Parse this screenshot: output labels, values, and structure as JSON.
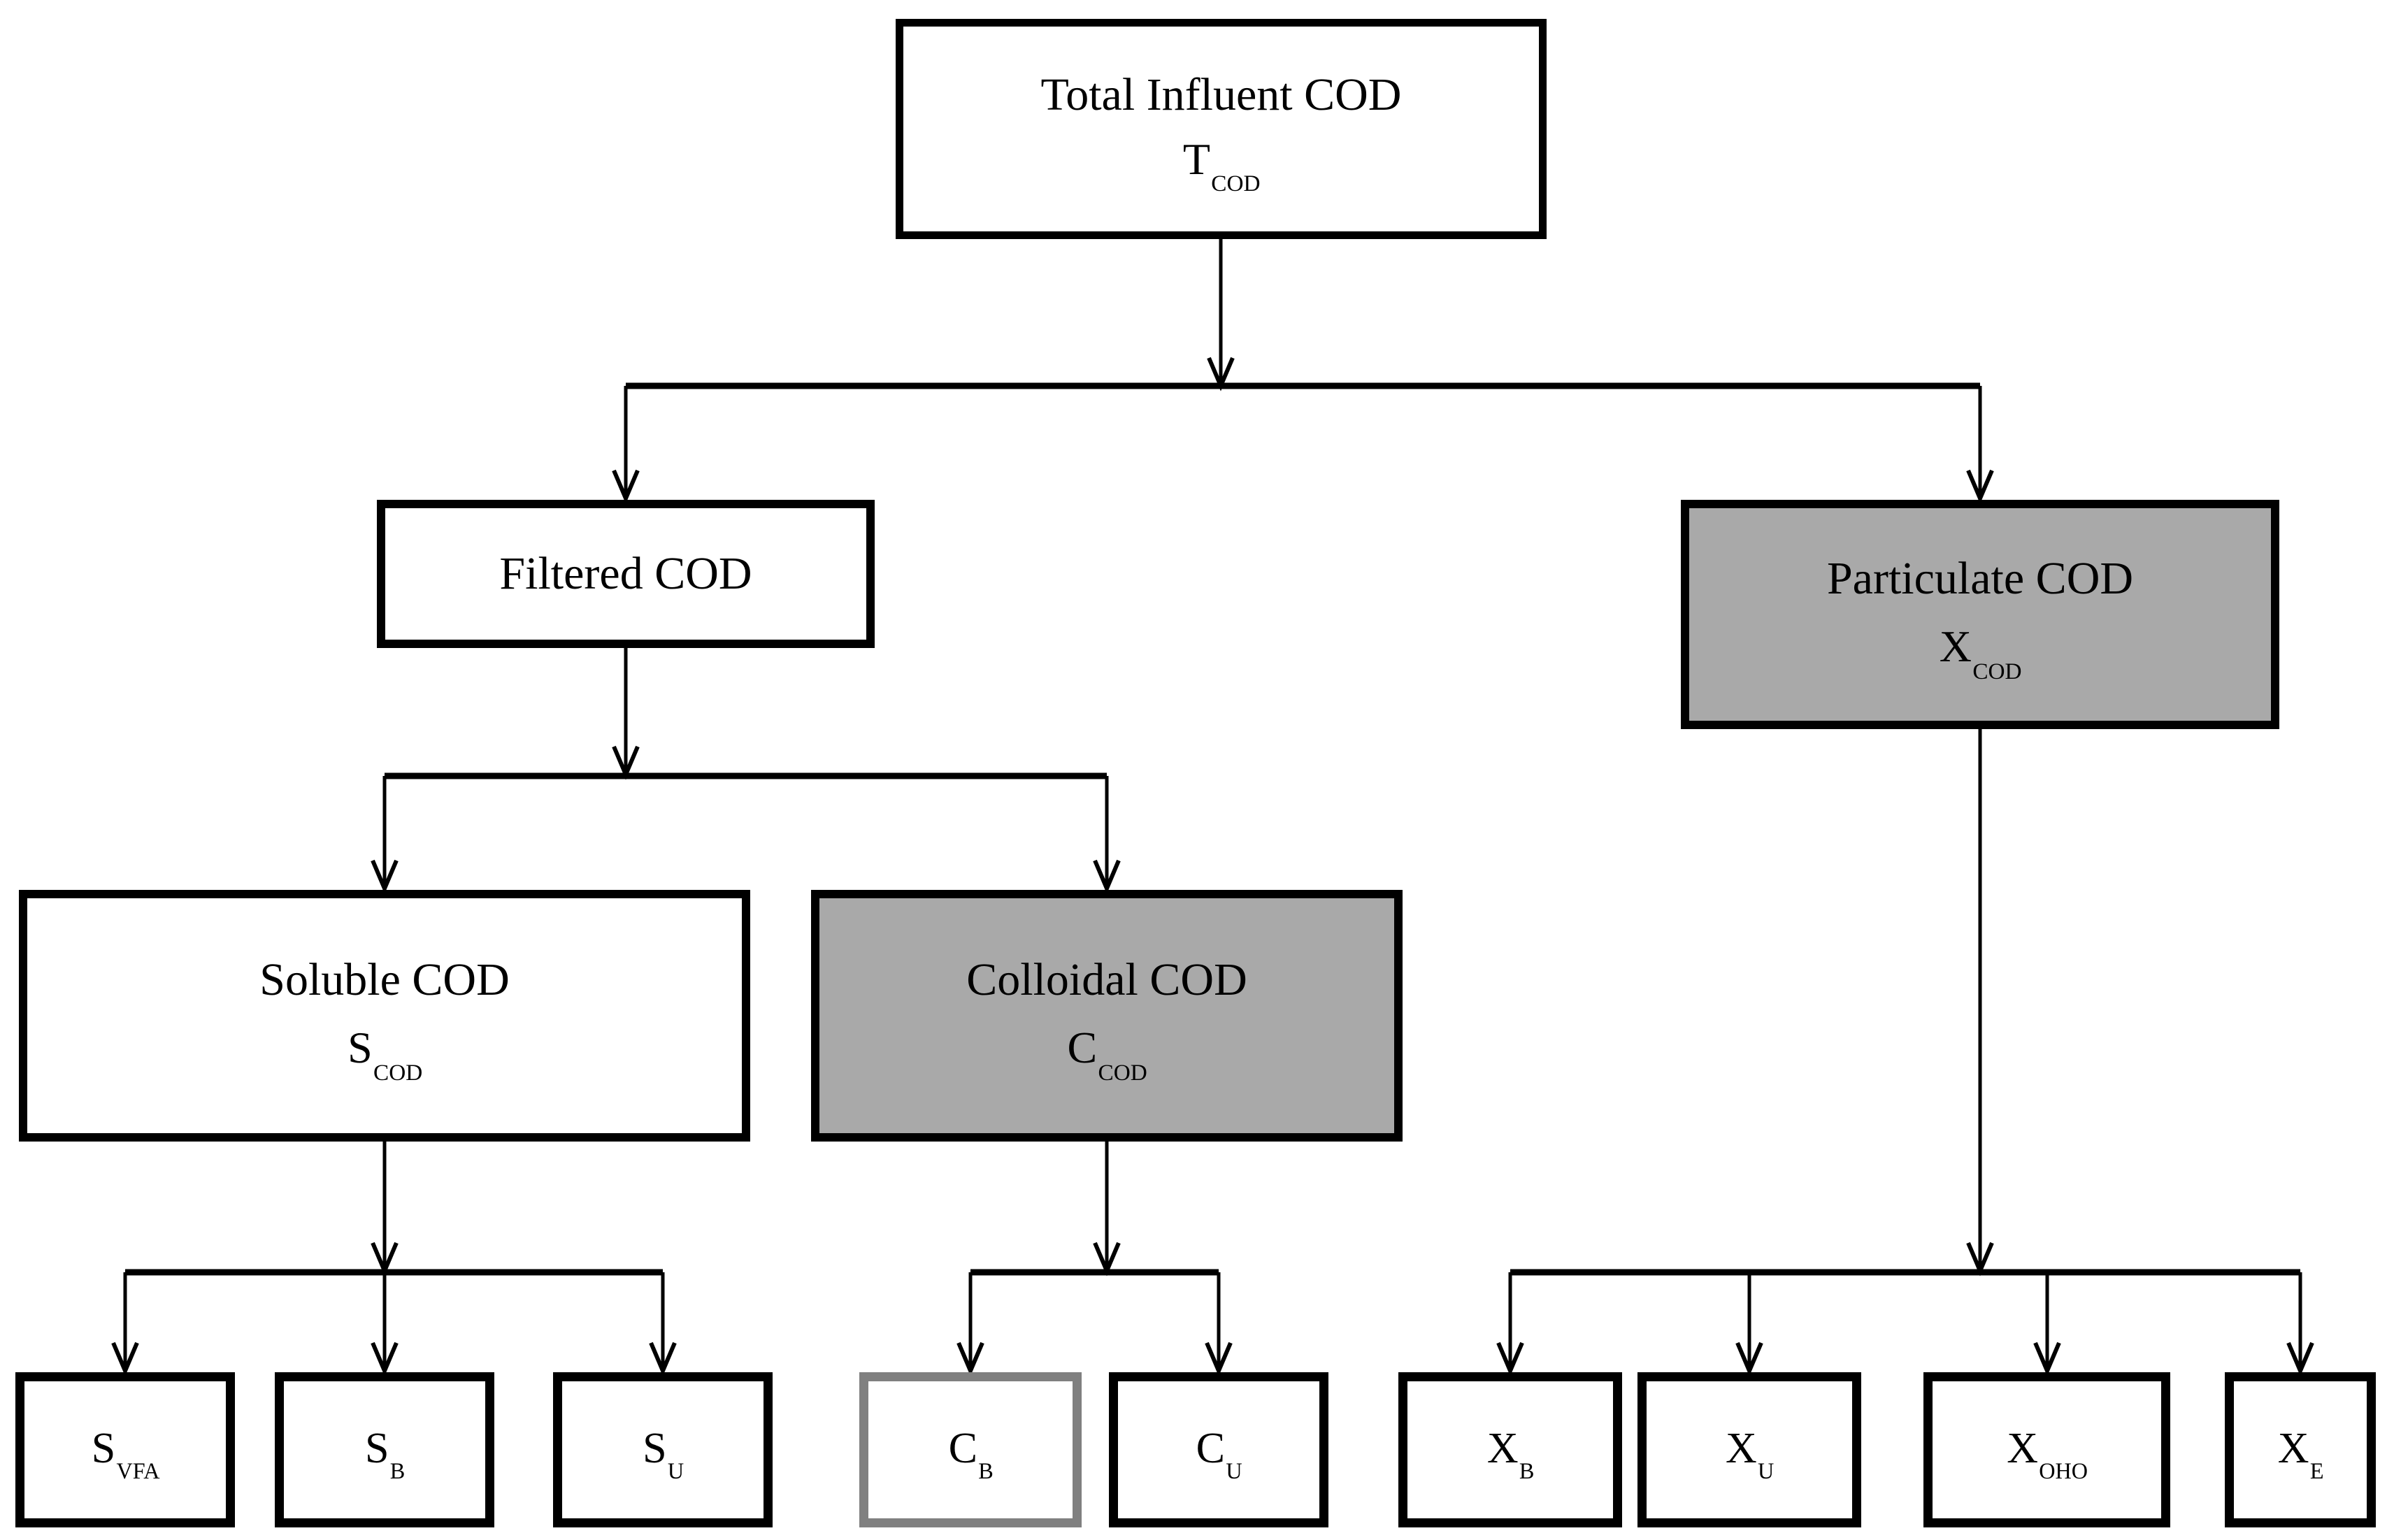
{
  "nodes": {
    "total": {
      "label": "Total Influent COD",
      "symbol": "T",
      "subscript": "COD"
    },
    "filtered": {
      "label": "Filtered COD"
    },
    "particulate": {
      "label": "Particulate COD",
      "symbol": "X",
      "subscript": "COD"
    },
    "soluble": {
      "label": "Soluble COD",
      "symbol": "S",
      "subscript": "COD"
    },
    "colloidal": {
      "label": "Colloidal COD",
      "symbol": "C",
      "subscript": "COD"
    },
    "s_vfa": {
      "symbol": "S",
      "subscript": "VFA"
    },
    "s_b": {
      "symbol": "S",
      "subscript": "B"
    },
    "s_u": {
      "symbol": "S",
      "subscript": "U"
    },
    "c_b": {
      "symbol": "C",
      "subscript": "B"
    },
    "c_u": {
      "symbol": "C",
      "subscript": "U"
    },
    "x_b": {
      "symbol": "X",
      "subscript": "B"
    },
    "x_u": {
      "symbol": "X",
      "subscript": "U"
    },
    "x_oho": {
      "symbol": "X",
      "subscript": "OHO"
    },
    "x_e": {
      "symbol": "X",
      "subscript": "E"
    }
  },
  "colors": {
    "node_fill_white": "#ffffff",
    "node_fill_gray": "#a9a9a9",
    "node_border_black": "#000000",
    "node_border_gray": "#808080",
    "connector_line": "#000000"
  }
}
